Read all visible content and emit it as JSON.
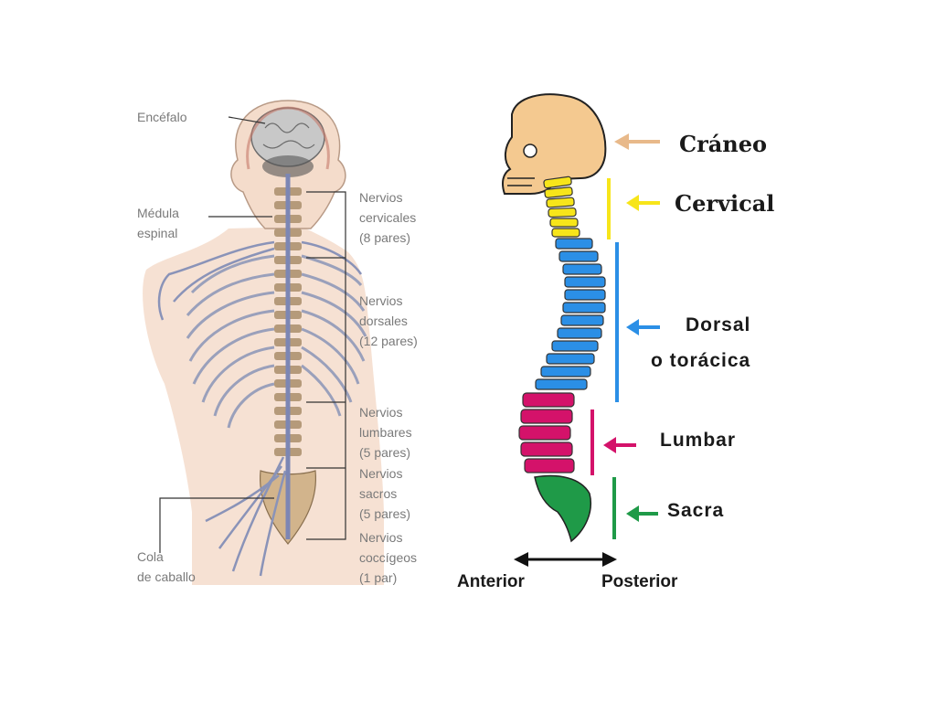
{
  "left_labels": {
    "encefalo": "Encéfalo",
    "medula_1": "Médula",
    "medula_2": "espinal",
    "cervicales_1": "Nervios",
    "cervicales_2": "cervicales",
    "cervicales_3": "(8 pares)",
    "dorsales_1": "Nervios",
    "dorsales_2": "dorsales",
    "dorsales_3": "(12 pares)",
    "lumbares_1": "Nervios",
    "lumbares_2": "lumbares",
    "lumbares_3": "(5 pares)",
    "sacros_1": "Nervios",
    "sacros_2": "sacros",
    "sacros_3": "(5 pares)",
    "coccigeos_1": "Nervios",
    "coccigeos_2": "coccígeos",
    "coccigeos_3": "(1 par)",
    "cola_1": "Cola",
    "cola_2": "de caballo"
  },
  "right_labels": {
    "craneo": "Cráneo",
    "cervical": "Cervical",
    "dorsal_1": "Dorsal",
    "dorsal_2": "o torácica",
    "lumbar": "Lumbar",
    "sacra": "Sacra",
    "anterior": "Anterior",
    "posterior": "Posterior"
  },
  "colors": {
    "skull": "#f4c990",
    "cervical": "#f7e51a",
    "dorsal": "#2b8fe6",
    "lumbar": "#d4126a",
    "sacral": "#1f9a48",
    "skin": "#f4dccb",
    "bone": "#d2b48c",
    "nerve": "#8a93b8",
    "label_gray": "#7a7a7a"
  }
}
